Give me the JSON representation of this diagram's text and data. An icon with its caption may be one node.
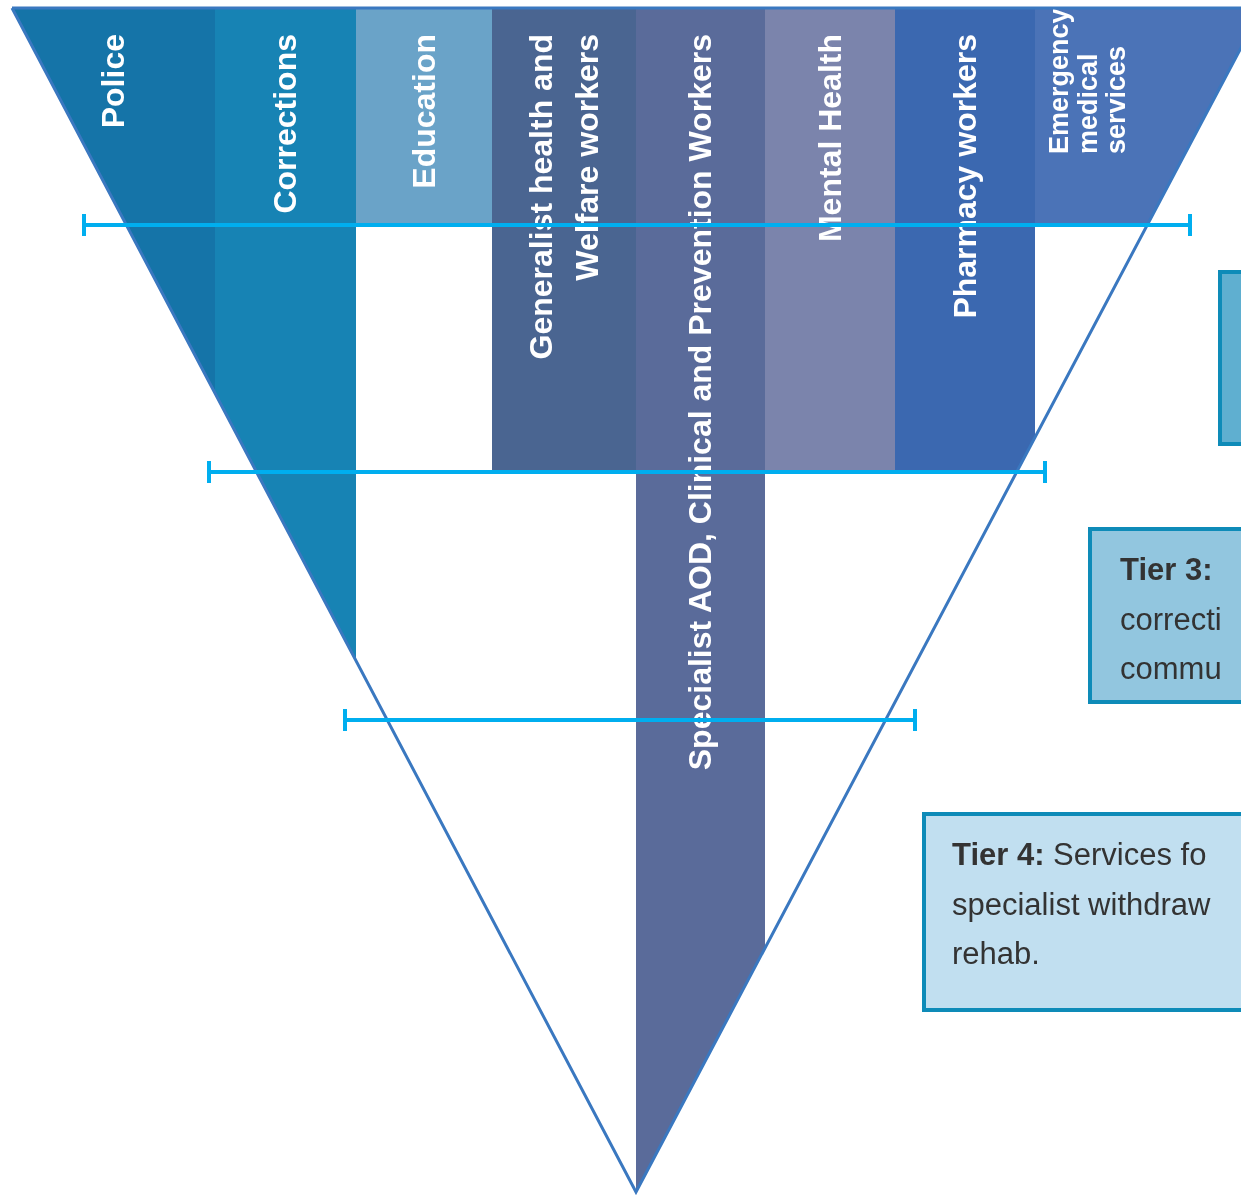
{
  "diagram": {
    "nodes": [
      {
        "text": [
          "Police"
        ]
      },
      {
        "text": [
          "Corrections"
        ]
      },
      {
        "text": [
          "Education"
        ]
      },
      {
        "text": [
          "Generalist health and Welfare workers"
        ]
      },
      {
        "text": [
          "Specialist AOD, Clinical and Prevention Workers"
        ]
      },
      {
        "text": [
          "Mental Health"
        ]
      },
      {
        "text": [
          "Pharmacy workers"
        ]
      },
      {
        "text": [
          "Emergency medical services"
        ]
      },
      {
        "text": [],
        "shape": "box"
      },
      {
        "text": [
          "**Tier 3:** correcti commu"
        ]
      },
      {
        "text": [
          "**Tier 4:** Services fo specialist withdraw rehab."
        ]
      }
    ]
  }
}
